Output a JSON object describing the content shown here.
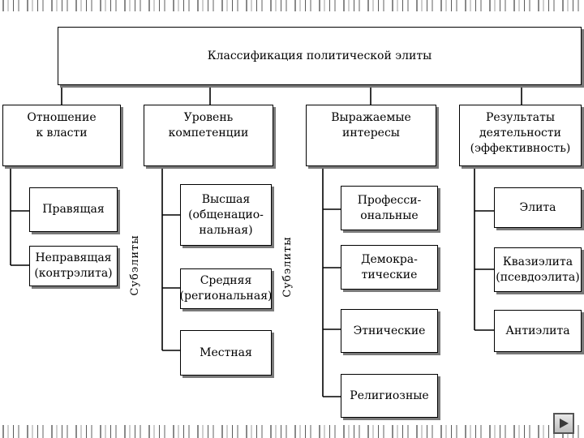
{
  "title": "Классификация политической элиты",
  "categories": [
    {
      "label": "Отношение\nк власти",
      "items": [
        "Правящая",
        "Неправящая\n(контрэлита)"
      ],
      "side_label": "Субэлиты"
    },
    {
      "label": "Уровень\nкомпетенции",
      "items": [
        "Высшая\n(общенацио-\nнальная)",
        "Средняя\n(региональная)",
        "Местная"
      ],
      "side_label": "Субэлиты"
    },
    {
      "label": "Выражаемые\nинтересы",
      "items": [
        "Професси-\nональные",
        "Демокра-\nтические",
        "Этнические",
        "Религиозные"
      ]
    },
    {
      "label": "Результаты\nдеятельности\n(эффективность)",
      "items": [
        "Элита",
        "Квазиэлита\n(псевдоэлита)",
        "Антиэлита"
      ]
    }
  ],
  "nav": {
    "next_icon": "play-next-icon"
  }
}
